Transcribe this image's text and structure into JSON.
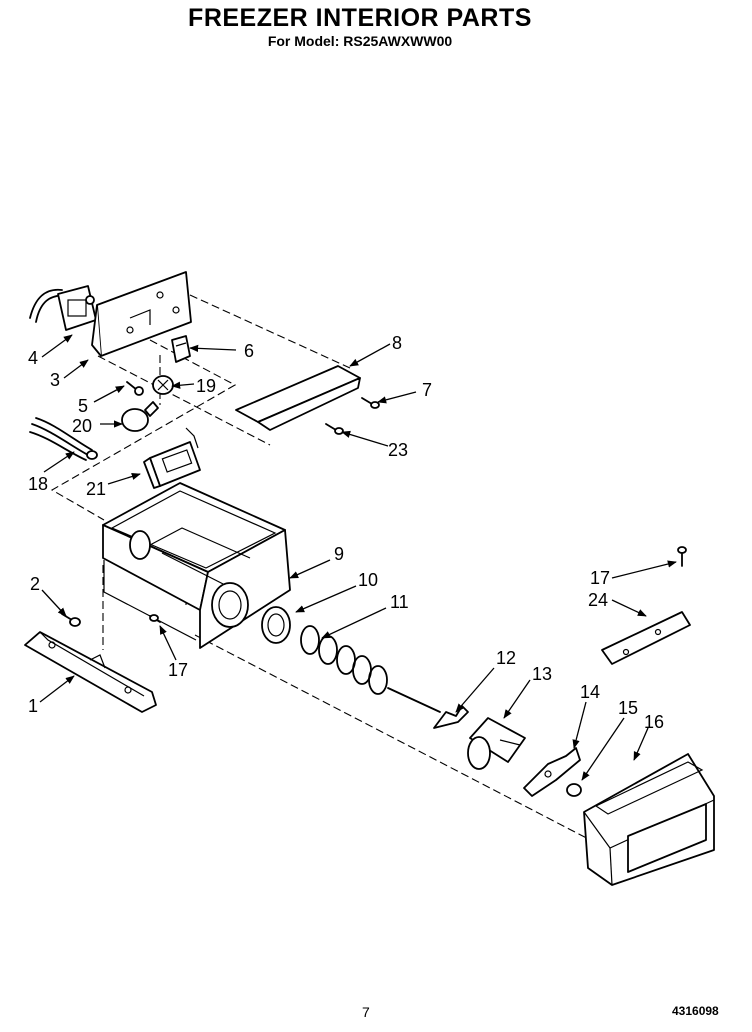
{
  "header": {
    "title": "FREEZER INTERIOR PARTS",
    "subtitle": "For Model: RS25AWXWW00"
  },
  "callouts": {
    "c1": "1",
    "c2": "2",
    "c3": "3",
    "c4": "4",
    "c5": "5",
    "c6": "6",
    "c7": "7",
    "c8": "8",
    "c9": "9",
    "c10": "10",
    "c11": "11",
    "c12": "12",
    "c13": "13",
    "c14": "14",
    "c15": "15",
    "c16": "16",
    "c17a": "17",
    "c17b": "17",
    "c18": "18",
    "c19": "19",
    "c20": "20",
    "c21": "21",
    "c23": "23",
    "c24": "24"
  },
  "footer": {
    "page_number": "7",
    "document_number": "4316098"
  }
}
